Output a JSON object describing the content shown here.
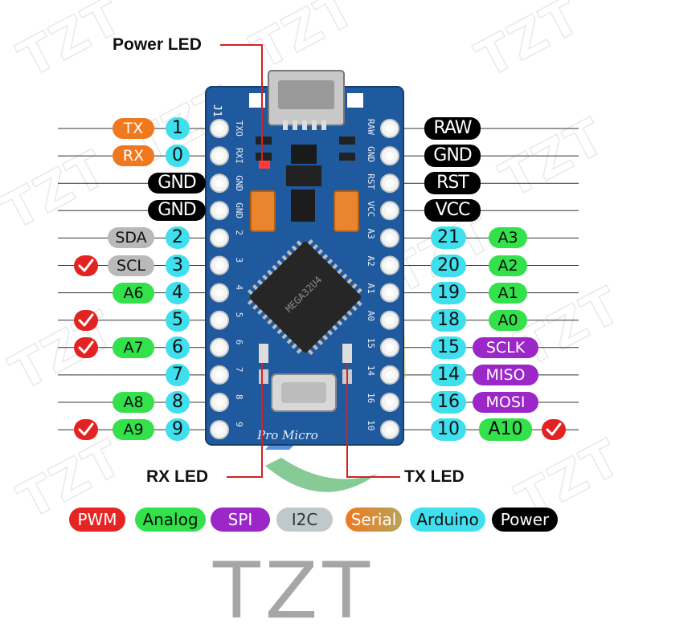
{
  "watermark_text": "TZT",
  "annotations": {
    "power_led": "Power LED",
    "rx_led": "RX  LED",
    "tx_led": "TX  LED"
  },
  "board": {
    "silkscreen_left": [
      "TXO",
      "RXI",
      "GND",
      "GND",
      "2",
      "3",
      "4",
      "5",
      "6",
      "7",
      "8",
      "9"
    ],
    "silkscreen_right": [
      "RAW",
      "GND",
      "RST",
      "VCC",
      "A3",
      "A2",
      "A1",
      "A0",
      "15",
      "14",
      "16",
      "10"
    ],
    "chip_text": "MEGA32U4",
    "connector_label": "J1",
    "name": "Pro Micro"
  },
  "left_pins": [
    {
      "arduino": "1",
      "func": "TX",
      "func_type": "serial",
      "pwm": false
    },
    {
      "arduino": "0",
      "func": "RX",
      "func_type": "serial",
      "pwm": false
    },
    {
      "arduino": "",
      "func": "GND",
      "func_type": "power",
      "pwm": false
    },
    {
      "arduino": "",
      "func": "GND",
      "func_type": "power",
      "pwm": false
    },
    {
      "arduino": "2",
      "func": "SDA",
      "func_type": "i2c",
      "pwm": false
    },
    {
      "arduino": "3",
      "func": "SCL",
      "func_type": "i2c",
      "pwm": true
    },
    {
      "arduino": "4",
      "func": "A6",
      "func_type": "analog",
      "pwm": false
    },
    {
      "arduino": "5",
      "func": "",
      "func_type": "",
      "pwm": true
    },
    {
      "arduino": "6",
      "func": "A7",
      "func_type": "analog",
      "pwm": true
    },
    {
      "arduino": "7",
      "func": "",
      "func_type": "",
      "pwm": false
    },
    {
      "arduino": "8",
      "func": "A8",
      "func_type": "analog",
      "pwm": false
    },
    {
      "arduino": "9",
      "func": "A9",
      "func_type": "analog",
      "pwm": true
    }
  ],
  "right_pins": [
    {
      "arduino": "",
      "func": "RAW",
      "func_type": "power",
      "pwm": false
    },
    {
      "arduino": "",
      "func": "GND",
      "func_type": "power",
      "pwm": false
    },
    {
      "arduino": "",
      "func": "RST",
      "func_type": "power",
      "pwm": false
    },
    {
      "arduino": "",
      "func": "VCC",
      "func_type": "power",
      "pwm": false
    },
    {
      "arduino": "21",
      "func": "A3",
      "func_type": "analog",
      "pwm": false
    },
    {
      "arduino": "20",
      "func": "A2",
      "func_type": "analog",
      "pwm": false
    },
    {
      "arduino": "19",
      "func": "A1",
      "func_type": "analog",
      "pwm": false
    },
    {
      "arduino": "18",
      "func": "A0",
      "func_type": "analog",
      "pwm": false
    },
    {
      "arduino": "15",
      "func": "SCLK",
      "func_type": "spi",
      "pwm": false
    },
    {
      "arduino": "14",
      "func": "MISO",
      "func_type": "spi",
      "pwm": false
    },
    {
      "arduino": "16",
      "func": "MOSI",
      "func_type": "spi",
      "pwm": false
    },
    {
      "arduino": "10",
      "func": "A10",
      "func_type": "analog",
      "pwm": true
    }
  ],
  "legend": [
    {
      "label": "PWM",
      "type": "pwm"
    },
    {
      "label": "Analog",
      "type": "analog"
    },
    {
      "label": "SPI",
      "type": "spi"
    },
    {
      "label": "I2C",
      "type": "i2c"
    },
    {
      "label": "Serial",
      "type": "serial"
    },
    {
      "label": "Arduino",
      "type": "ard"
    },
    {
      "label": "Power",
      "type": "power"
    }
  ],
  "brand": "TZT",
  "colors": {
    "board": "#1f5a9e",
    "arduino": "#3fdfee",
    "power": "#000000",
    "analog": "#33e14a",
    "spi": "#9b27c8",
    "i2c": "#b9b9b9",
    "serial": "#f0791f",
    "pwm": "#e52424",
    "led_line": "#d42020"
  }
}
